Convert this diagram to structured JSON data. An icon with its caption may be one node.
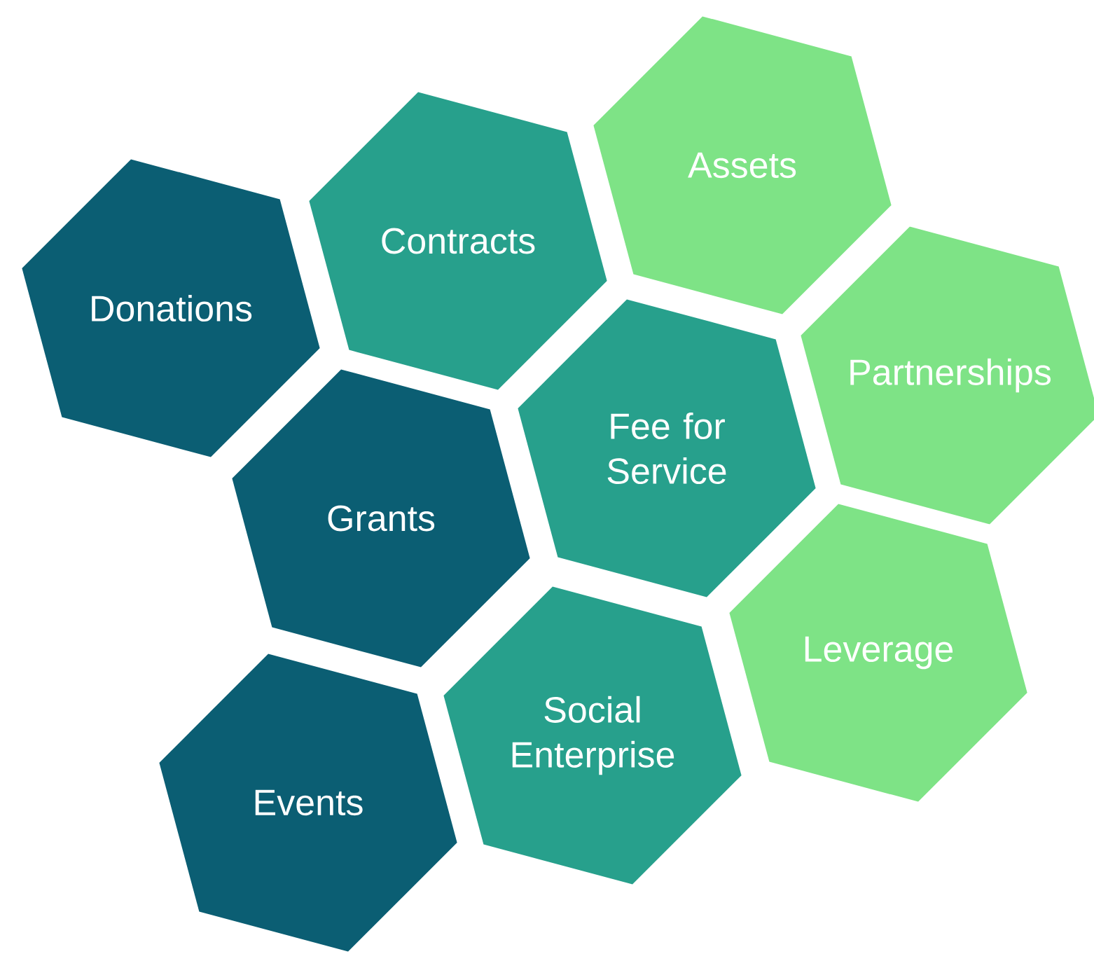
{
  "diagram": {
    "nodes": [
      {
        "text": [
          "Assets"
        ]
      },
      {
        "text": [
          "Contracts"
        ]
      },
      {
        "text": [
          "Donations"
        ]
      },
      {
        "text": [
          "Partnerships"
        ]
      },
      {
        "text": [
          "Fee for Service"
        ]
      },
      {
        "text": [
          "Grants"
        ]
      },
      {
        "text": [
          "Leverage"
        ]
      },
      {
        "text": [
          "Social Enterprise"
        ]
      },
      {
        "text": [
          "Events"
        ]
      }
    ]
  }
}
